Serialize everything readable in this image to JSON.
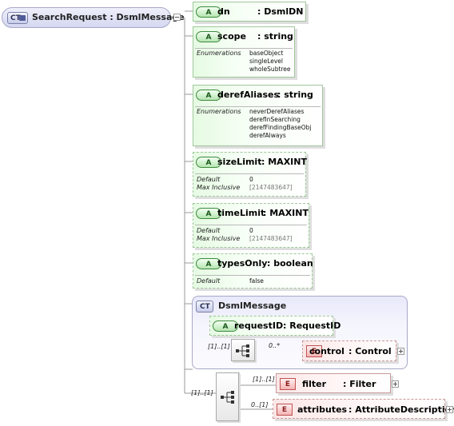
{
  "root": {
    "badge": "CT",
    "title": "SearchRequest : DsmlMessage"
  },
  "attributes": [
    {
      "name": "dn",
      "type": ": DsmlDN",
      "badge": "A"
    },
    {
      "name": "scope",
      "type": ": string",
      "badge": "A",
      "enum_label": "Enumerations",
      "enums": [
        "baseObject",
        "singleLevel",
        "wholeSubtree"
      ]
    },
    {
      "name": "derefAliases",
      "type": ": string",
      "badge": "A",
      "enum_label": "Enumerations",
      "enums": [
        "neverDerefAliases",
        "derefInSearching",
        "derefFindingBaseObj",
        "derefAlways"
      ]
    },
    {
      "name": "sizeLimit",
      "type": ": MAXINT",
      "badge": "A",
      "facets": [
        {
          "label": "Default",
          "value": "0"
        },
        {
          "label": "Max Inclusive",
          "value": "[2147483647]"
        }
      ]
    },
    {
      "name": "timeLimit",
      "type": ": MAXINT",
      "badge": "A",
      "facets": [
        {
          "label": "Default",
          "value": "0"
        },
        {
          "label": "Max Inclusive",
          "value": "[2147483647]"
        }
      ]
    },
    {
      "name": "typesOnly",
      "type": ": boolean",
      "badge": "A",
      "facets": [
        {
          "label": "Default",
          "value": "false"
        }
      ]
    }
  ],
  "dsml_message": {
    "badge": "CT",
    "title": "DsmlMessage",
    "attribute": {
      "badge": "A",
      "name": "requestID",
      "type": ": RequestID"
    },
    "sequence_occurrence": "[1]..[1]",
    "control": {
      "badge": "E",
      "name": "control",
      "type": ": Control",
      "occurrence": "0..*"
    }
  },
  "outer_sequence": {
    "occurrence": "[1]..[1]"
  },
  "elements": [
    {
      "badge": "E",
      "name": "filter",
      "type": ": Filter",
      "occurrence": "[1]..[1]"
    },
    {
      "badge": "E",
      "name": "attributes",
      "type": ": AttributeDescriptions",
      "occurrence": "0..[1]"
    }
  ],
  "colors": {
    "complex_type": "#d4d8f0",
    "attribute": "#e6fbe3",
    "element": "#fbe6e6",
    "connector": "#9a9a9a"
  }
}
